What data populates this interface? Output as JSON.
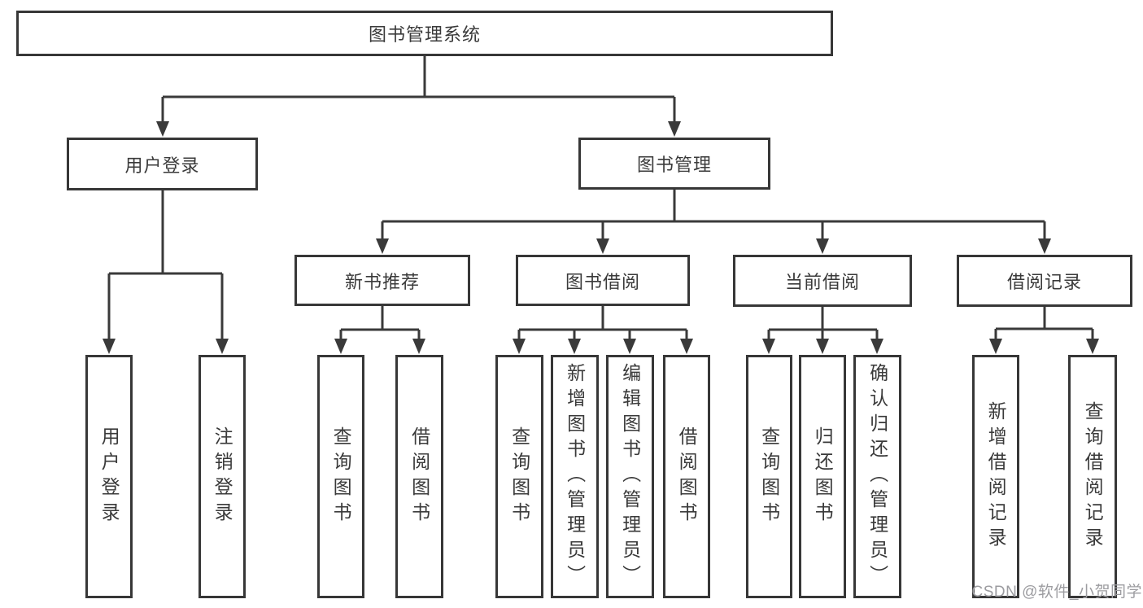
{
  "diagram": {
    "root": "图书管理系统",
    "level1": [
      {
        "label": "用户登录",
        "children": [
          {
            "label": "用户登录"
          },
          {
            "label": "注销登录"
          }
        ]
      },
      {
        "label": "图书管理",
        "children": [
          {
            "label": "新书推荐",
            "children": [
              {
                "label": "查询图书"
              },
              {
                "label": "借阅图书"
              }
            ]
          },
          {
            "label": "图书借阅",
            "children": [
              {
                "label": "查询图书"
              },
              {
                "label": "新增图书（管理员）"
              },
              {
                "label": "编辑图书（管理员）"
              },
              {
                "label": "借阅图书"
              }
            ]
          },
          {
            "label": "当前借阅",
            "children": [
              {
                "label": "查询图书"
              },
              {
                "label": "归还图书"
              },
              {
                "label": "确认归还（管理员）"
              }
            ]
          },
          {
            "label": "借阅记录",
            "children": [
              {
                "label": "新增借阅记录"
              },
              {
                "label": "查询借阅记录"
              }
            ]
          }
        ]
      }
    ]
  },
  "watermark": {
    "text": "CSDN @软件_小贺同学",
    "color": "#9c9ca0"
  },
  "colors": {
    "line": "#3a3a3a",
    "box_border": "#373737",
    "text": "#3a3a3a",
    "background": "#ffffff"
  }
}
